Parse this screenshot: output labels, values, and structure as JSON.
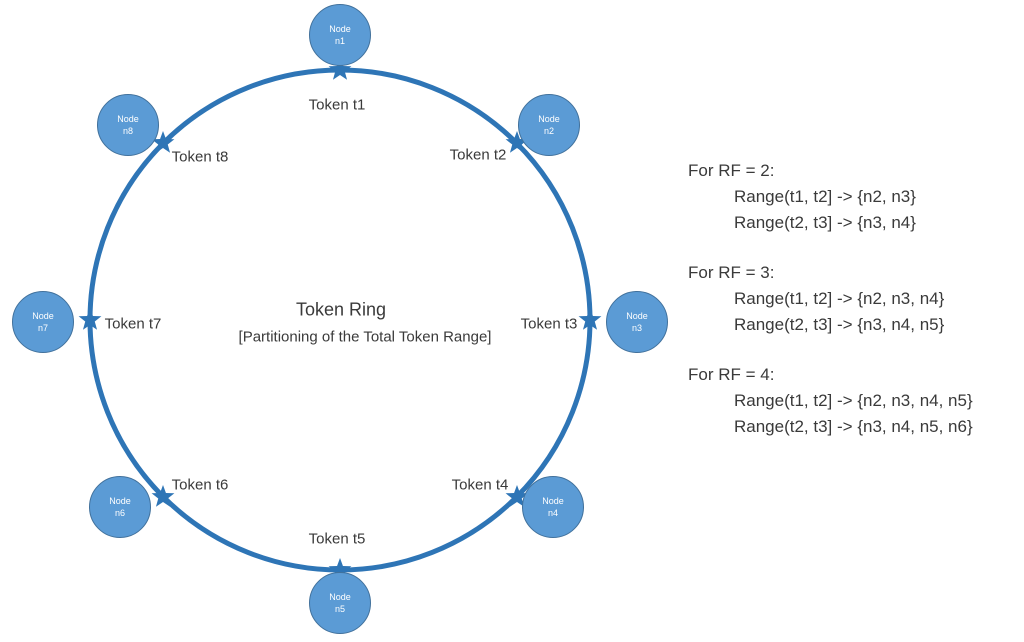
{
  "colors": {
    "node-fill": "#5B9BD5",
    "node-stroke": "#41719C",
    "star-fill": "#2E75B6",
    "ring-stroke": "#2E75B6",
    "text": "#3A3A3A"
  },
  "center": {
    "title": "Token Ring",
    "subtitle": "[Partitioning of the Total Token Range]"
  },
  "nodes": [
    {
      "name": "Node",
      "id": "n1"
    },
    {
      "name": "Node",
      "id": "n2"
    },
    {
      "name": "Node",
      "id": "n3"
    },
    {
      "name": "Node",
      "id": "n4"
    },
    {
      "name": "Node",
      "id": "n5"
    },
    {
      "name": "Node",
      "id": "n6"
    },
    {
      "name": "Node",
      "id": "n7"
    },
    {
      "name": "Node",
      "id": "n8"
    }
  ],
  "tokens": [
    {
      "label": "Token t1"
    },
    {
      "label": "Token t2"
    },
    {
      "label": "Token t3"
    },
    {
      "label": "Token t4"
    },
    {
      "label": "Token t5"
    },
    {
      "label": "Token t6"
    },
    {
      "label": "Token t7"
    },
    {
      "label": "Token t8"
    }
  ],
  "rf_sections": [
    {
      "heading": "For RF = 2:",
      "lines": [
        "Range(t1, t2] -> {n2, n3}",
        "Range(t2, t3] -> {n3, n4}"
      ]
    },
    {
      "heading": "For RF = 3:",
      "lines": [
        "Range(t1, t2] -> {n2, n3, n4}",
        "Range(t2, t3] -> {n3, n4, n5}"
      ]
    },
    {
      "heading": "For RF = 4:",
      "lines": [
        "Range(t1, t2] -> {n2, n3, n4, n5}",
        "Range(t2, t3] -> {n3, n4, n5, n6}"
      ]
    }
  ]
}
